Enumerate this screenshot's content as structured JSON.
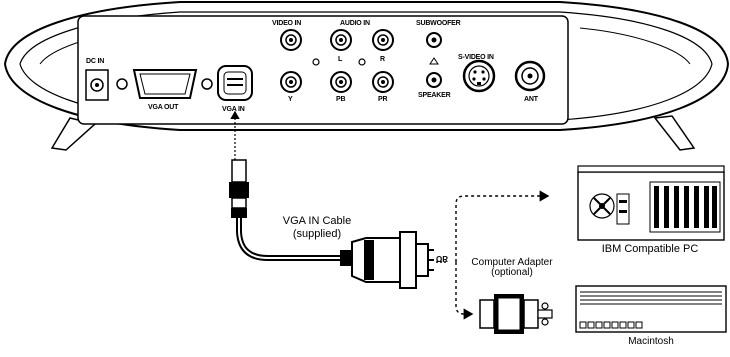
{
  "device": {
    "ports": {
      "dc_in": "DC IN",
      "vga_out": "VGA OUT",
      "vga_in": "VGA IN",
      "video_in": "VIDEO IN",
      "audio_in": "AUDIO IN",
      "subwoofer": "SUBWOOFER",
      "speaker": "SPEAKER",
      "s_video_in": "S-VIDEO IN",
      "ant": "ANT",
      "y": "Y",
      "l": "L",
      "r": "R",
      "pb": "PB",
      "pr": "PR"
    }
  },
  "cable": {
    "name": "VGA IN Cable",
    "note": "(supplied)"
  },
  "or_label": "OR",
  "adapter": {
    "name": "Computer Adapter",
    "note": "(optional)"
  },
  "computers": {
    "pc": "IBM Compatible PC",
    "mac": "Macintosh"
  }
}
